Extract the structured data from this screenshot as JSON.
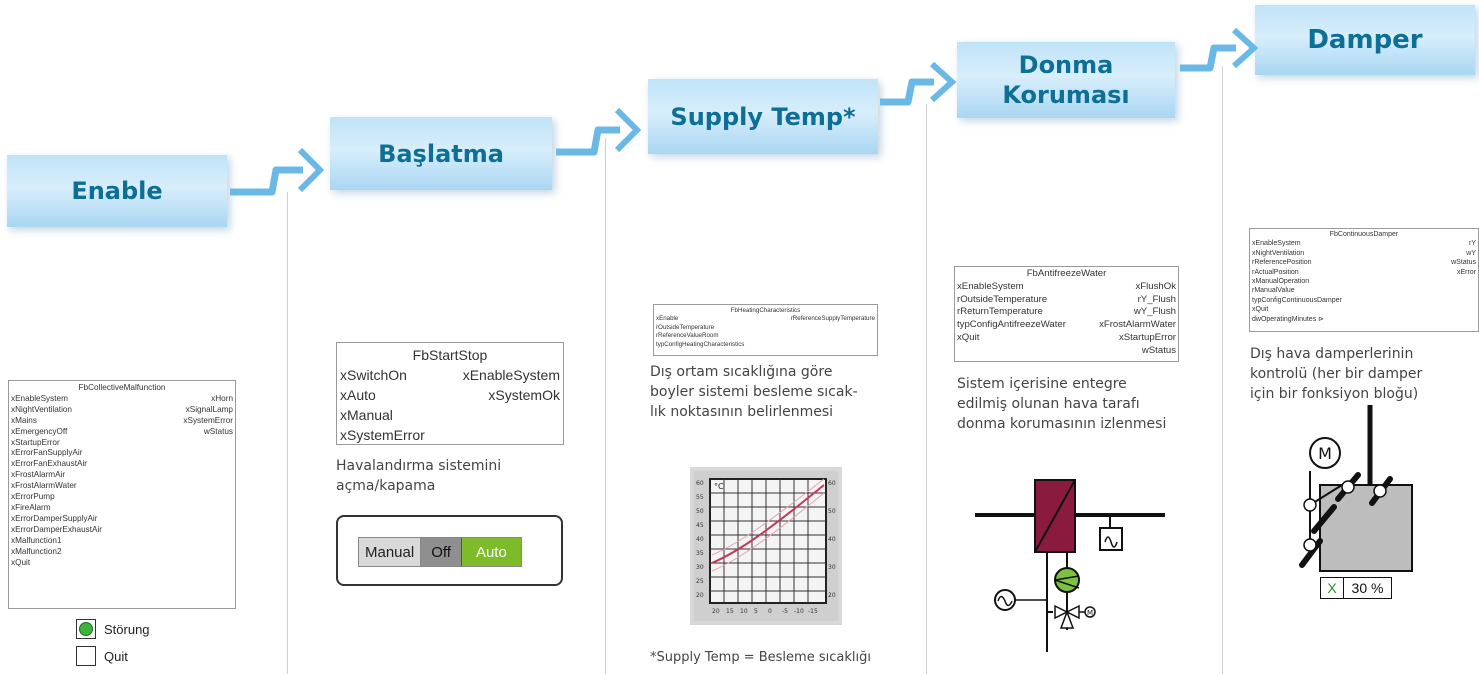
{
  "steps": [
    {
      "label": "Enable"
    },
    {
      "label": "Başlatma"
    },
    {
      "label": "Supply Temp*"
    },
    {
      "label_line1": "Donma",
      "label_line2": "Koruması"
    },
    {
      "label": "Damper"
    }
  ],
  "collective": {
    "title": "FbCollectiveMalfunction",
    "inputs": [
      "xEnableSystem",
      "xNightVentilation",
      "xMains",
      "xEmergencyOff",
      "xStartupError",
      "xErrorFanSupplyAir",
      "xErrorFanExhaustAir",
      "xFrostAlarmAir",
      "xFrostAlarmWater",
      "xErrorPump",
      "xFireAlarm",
      "xErrorDamperSupplyAir",
      "xErrorDamperExhaustAir",
      "xMalfunction1",
      "xMalfunction2",
      "xQuit"
    ],
    "outputs": [
      "xHorn",
      "xSignalLamp",
      "xSystemError",
      "wStatus"
    ],
    "legend_stoerung": "Störung",
    "legend_quit": "Quit",
    "lamp_color": "#3cb43c"
  },
  "startstop": {
    "title": "FbStartStop",
    "inputs": [
      "xSwitchOn",
      "xAuto",
      "xManual",
      "xSystemError"
    ],
    "outputs": [
      "xEnableSystem",
      "xSystemOk"
    ],
    "desc_line1": "Havalandırma sistemini",
    "desc_line2": "açma/kapama",
    "switch": {
      "manual": "Manual",
      "off": "Off",
      "auto": "Auto",
      "auto_color": "#7dbb2b"
    }
  },
  "heating": {
    "title": "FbHeatingCharacteristics",
    "inputs": [
      "xEnable",
      "rOutsideTemperature",
      "rReferenceValueRoom",
      "typConfigHeatingCharacteristics"
    ],
    "outputs": [
      "rReferenceSupplyTemperature"
    ],
    "desc_line1": "Dış ortam sıcaklığına göre",
    "desc_line2": "boyler sistemi besleme sıcak-",
    "desc_line3": "lık noktasının belirlenmesi",
    "footnote": "*Supply Temp = Besleme sıcaklığı",
    "unit": "°C"
  },
  "antifreeze": {
    "title": "FbAntifreezeWater",
    "inputs": [
      "xEnableSystem",
      "rOutsideTemperature",
      "rReturnTemperature",
      "typConfigAntifreezeWater",
      "xQuit"
    ],
    "outputs": [
      "xFlushOk",
      "rY_Flush",
      "wY_Flush",
      "xFrostAlarmWater",
      "xStartupError",
      "wStatus"
    ],
    "desc_line1": "Sistem içerisine entegre",
    "desc_line2": "edilmiş olunan hava tarafı",
    "desc_line3": "donma korumasının izlenmesi",
    "heater_color": "#8b1a3f",
    "pump_color": "#7cc242"
  },
  "damper": {
    "title": "FbContinuousDamper",
    "inputs": [
      "xEnableSystem",
      "xNightVentilation",
      "rReferencePosition",
      "rActualPosition",
      "xManualOperation",
      "rManualValue",
      "typConfigContinuousDamper",
      "xQuit",
      "dwOperatingMinutes ⊳"
    ],
    "outputs": [
      "rY",
      "wY",
      "wStatus",
      "xError"
    ],
    "desc_line1": "Dış hava damperlerinin",
    "desc_line2": "kontrolü (her bir damper",
    "desc_line3": "için bir fonksiyon bloğu)",
    "motor_label": "M",
    "status_x": "X",
    "status_value": "30 %",
    "status_x_color": "#2e8b2e"
  },
  "colors": {
    "step_text": "#0d6e96",
    "arrow": "#6ab8e6"
  }
}
